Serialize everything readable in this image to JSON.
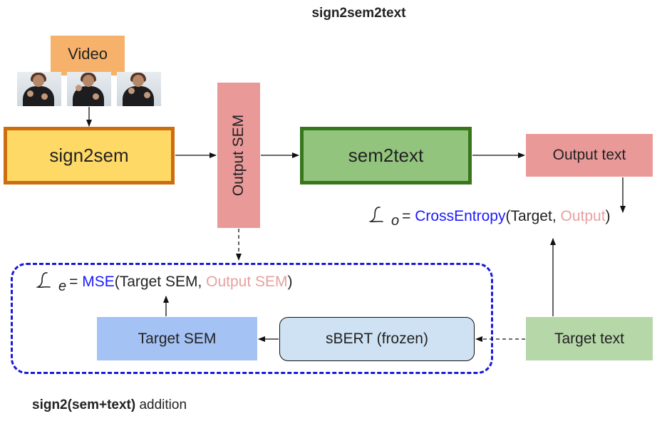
{
  "title": "sign2sem2text",
  "nodes": {
    "video": "Video",
    "sign2sem": "sign2sem",
    "output_sem": "Output SEM",
    "sem2text": "sem2text",
    "output_text": "Output text",
    "target_sem": "Target SEM",
    "sbert": "sBERT (frozen)",
    "target_text": "Target text"
  },
  "formula_output": {
    "symbol": "ℒ",
    "subscript": "o",
    "equals": "=",
    "func": "CrossEntropy",
    "open": "(",
    "arg1": "Target,",
    "arg2": "Output",
    "close": ")"
  },
  "formula_embedding": {
    "symbol": "ℒ",
    "subscript": "e",
    "equals": "=",
    "func": "MSE",
    "open": "(",
    "arg1": "Target SEM,",
    "arg2": "Output SEM",
    "close": ")"
  },
  "footer": {
    "bold": "sign2(sem+text)",
    "rest": "addition"
  },
  "colors": {
    "video": "#f6b26b",
    "sign2sem_fill": "#ffd966",
    "sign2sem_border": "#cc6d10",
    "output_sem": "#ea9999",
    "sem2text_fill": "#93c47d",
    "sem2text_border": "#38761d",
    "output_text": "#ea9999",
    "target_sem": "#a4c2f4",
    "sbert": "#cfe2f3",
    "target_text": "#b6d7a8",
    "loss_func": "#1a1aff",
    "output_term": "#e8a0a0",
    "dashed_region": "#1a1ad9"
  },
  "video_frames": [
    "signer-frame-1",
    "signer-frame-2",
    "signer-frame-3"
  ]
}
